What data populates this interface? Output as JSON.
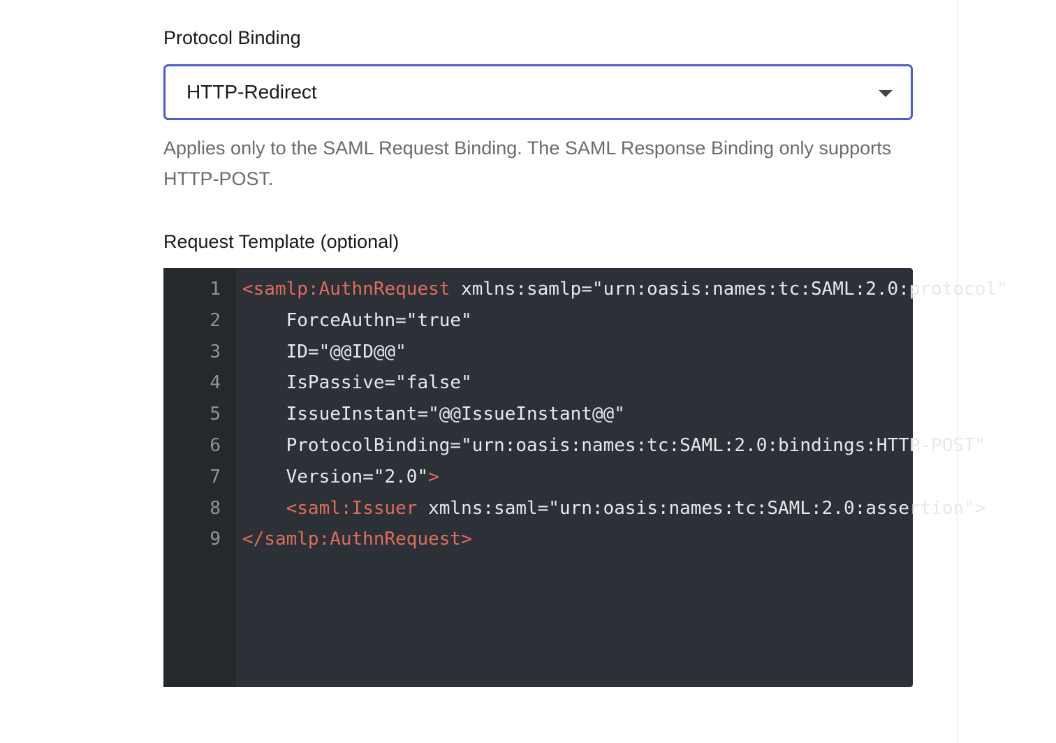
{
  "protocol_binding": {
    "label": "Protocol Binding",
    "selected": "HTTP-Redirect",
    "help": "Applies only to the SAML Request Binding. The SAML Response Binding only supports HTTP-POST."
  },
  "request_template": {
    "label": "Request Template (optional)",
    "lines": [
      {
        "no": "1",
        "tag": "<samlp:AuthnRequest",
        "rest": " xmlns:samlp=\"urn:oasis:names:tc:SAML:2.0:protocol\"",
        "indent": ""
      },
      {
        "no": "2",
        "tag": "",
        "rest": "ForceAuthn=\"true\"",
        "indent": "    "
      },
      {
        "no": "3",
        "tag": "",
        "rest": "ID=\"@@ID@@\"",
        "indent": "    "
      },
      {
        "no": "4",
        "tag": "",
        "rest": "IsPassive=\"false\"",
        "indent": "    "
      },
      {
        "no": "5",
        "tag": "",
        "rest": "IssueInstant=\"@@IssueInstant@@\"",
        "indent": "    "
      },
      {
        "no": "6",
        "tag": "",
        "rest": "ProtocolBinding=\"urn:oasis:names:tc:SAML:2.0:bindings:HTTP-POST\"",
        "indent": "    "
      },
      {
        "no": "7",
        "tag": "",
        "rest": "Version=\"2.0\"",
        "indent": "    ",
        "close": ">"
      },
      {
        "no": "8",
        "tag": "<saml:Issuer",
        "rest": " xmlns:saml=\"urn:oasis:names:tc:SAML:2.0:assertion\">",
        "indent": "    "
      },
      {
        "no": "9",
        "tag": "</samlp:AuthnRequest>",
        "rest": "",
        "indent": ""
      }
    ]
  },
  "colors": {
    "select_border": "#4a5bd6",
    "editor_bg": "#2b3136",
    "gutter_bg": "#23292d",
    "tag": "#e06c5b",
    "code_text": "#e6e9eb"
  }
}
